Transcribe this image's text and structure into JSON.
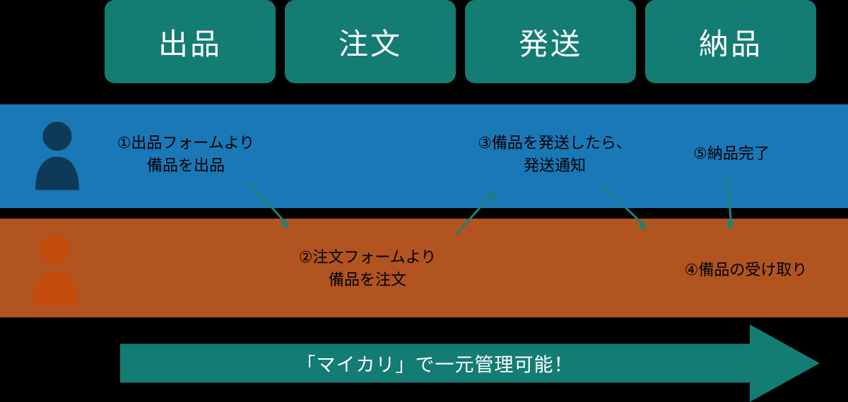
{
  "stages": [
    {
      "label": "出品"
    },
    {
      "label": "注文"
    },
    {
      "label": "発送"
    },
    {
      "label": "納品"
    }
  ],
  "seller_lane": {
    "step1": {
      "line1": "①出品フォームより",
      "line2": "備品を出品"
    },
    "step3": {
      "line1": "③備品を発送したら、",
      "line2": "発送通知"
    },
    "step5": {
      "line1": "⑤納品完了"
    }
  },
  "buyer_lane": {
    "step2": {
      "line1": "②注文フォームより",
      "line2": "備品を注文"
    },
    "step4": {
      "line1": "④備品の受け取り"
    }
  },
  "banner": {
    "label": "「マイカリ」で一元管理可能！"
  },
  "icons": {
    "seller": "person-icon",
    "buyer": "person-icon"
  },
  "colors": {
    "background": "#000000",
    "stage_teal": "#137c73",
    "seller_blue": "#1a78b7",
    "buyer_orange": "#b15420",
    "banner_teal": "#137c73",
    "connector_teal": "#1e8078",
    "seller_icon": "#0e3a57",
    "buyer_icon": "#c44c0d",
    "stage_text": "#ffffff",
    "annotation_text": "#000000",
    "banner_text": "#ffffff"
  }
}
